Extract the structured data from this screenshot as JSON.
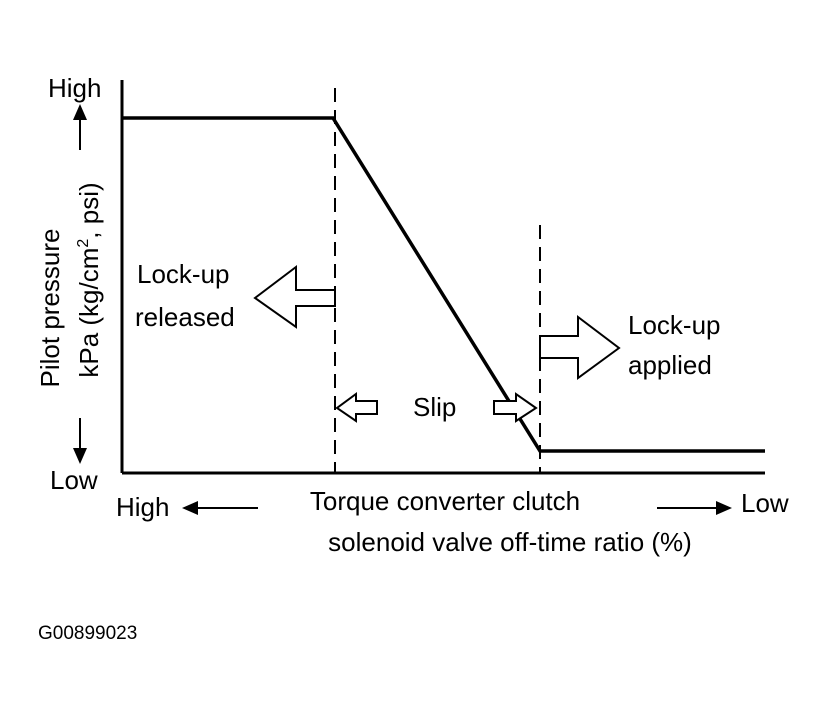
{
  "y_axis": {
    "high_label": "High",
    "low_label": "Low",
    "title_line1": "Pilot pressure",
    "title_line2_prefix": "kPa (kg/cm",
    "title_line2_sup": "2",
    "title_line2_suffix": ", psi)"
  },
  "x_axis": {
    "high_label": "High",
    "low_label": "Low",
    "title_line1": "Torque converter clutch",
    "title_line2": "solenoid valve off-time ratio (%)"
  },
  "regions": {
    "lockup_released_line1": "Lock-up",
    "lockup_released_line2": "released",
    "lockup_applied_line1": "Lock-up",
    "lockup_applied_line2": "applied",
    "slip": "Slip"
  },
  "figure_id": "G00899023",
  "colors": {
    "ink": "#000000",
    "paper": "#ffffff"
  }
}
